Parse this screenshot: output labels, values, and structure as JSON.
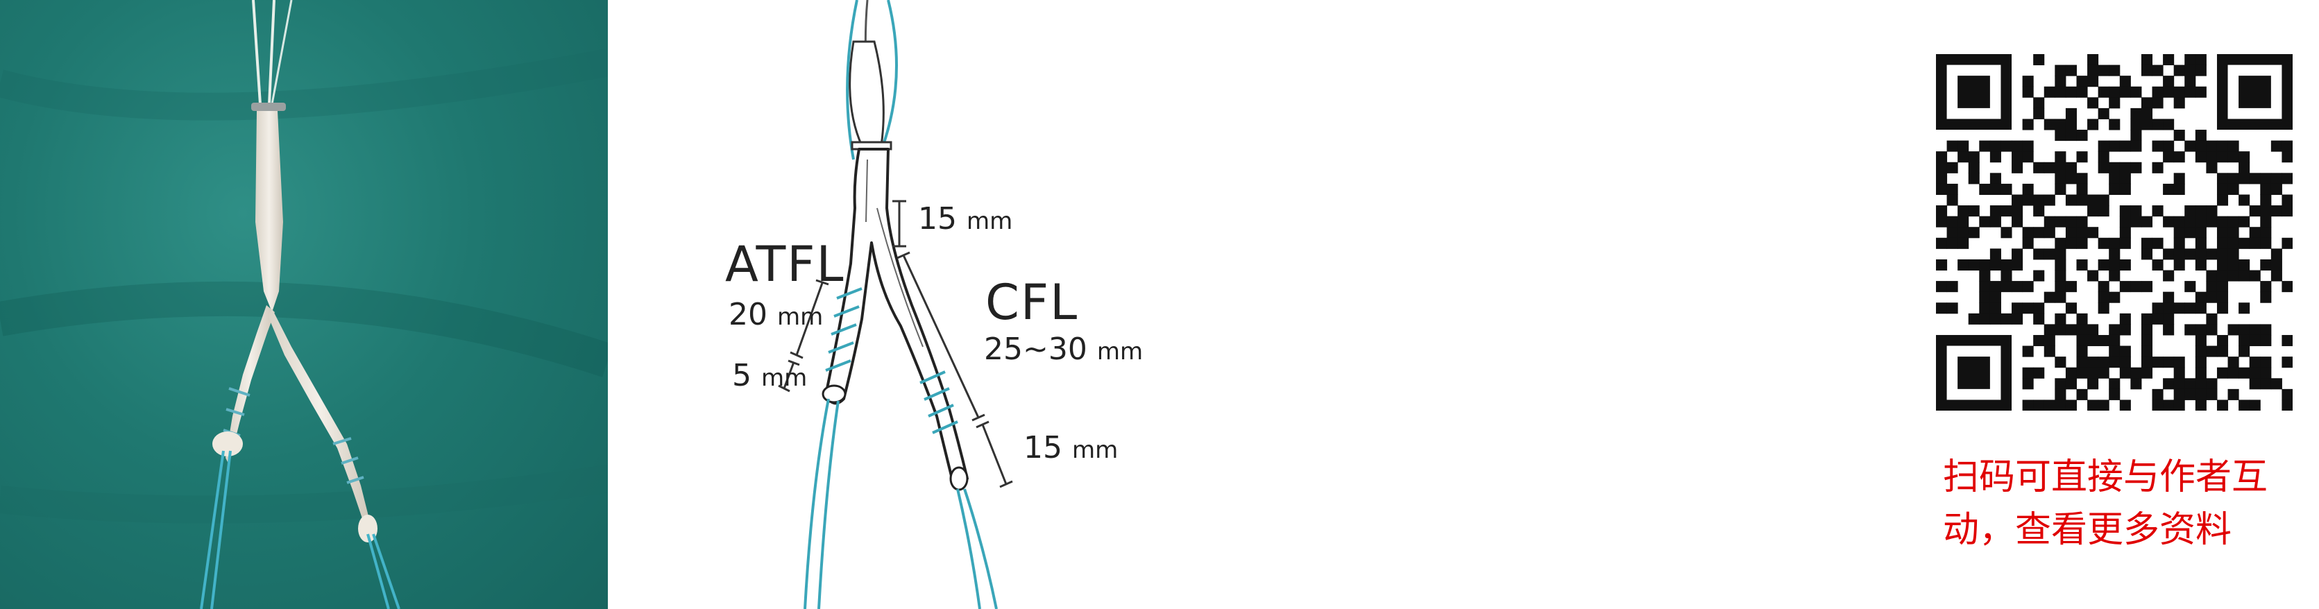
{
  "diagram": {
    "atfl_label": "ATFL",
    "atfl_length_value": "20",
    "atfl_length_unit": "mm",
    "atfl_end_value": "5",
    "atfl_end_unit": "mm",
    "top_length_value": "15",
    "top_length_unit": "mm",
    "cfl_label": "CFL",
    "cfl_length_value": "25~30",
    "cfl_length_unit": "mm",
    "cfl_end_value": "15",
    "cfl_end_unit": "mm"
  },
  "qr": {
    "caption_line1": "扫码可直接与作者互",
    "caption_line2": "动，查看更多资料"
  },
  "colors": {
    "drape": "#1f7870",
    "suture": "#3aa6b9",
    "caption": "#e00000"
  }
}
